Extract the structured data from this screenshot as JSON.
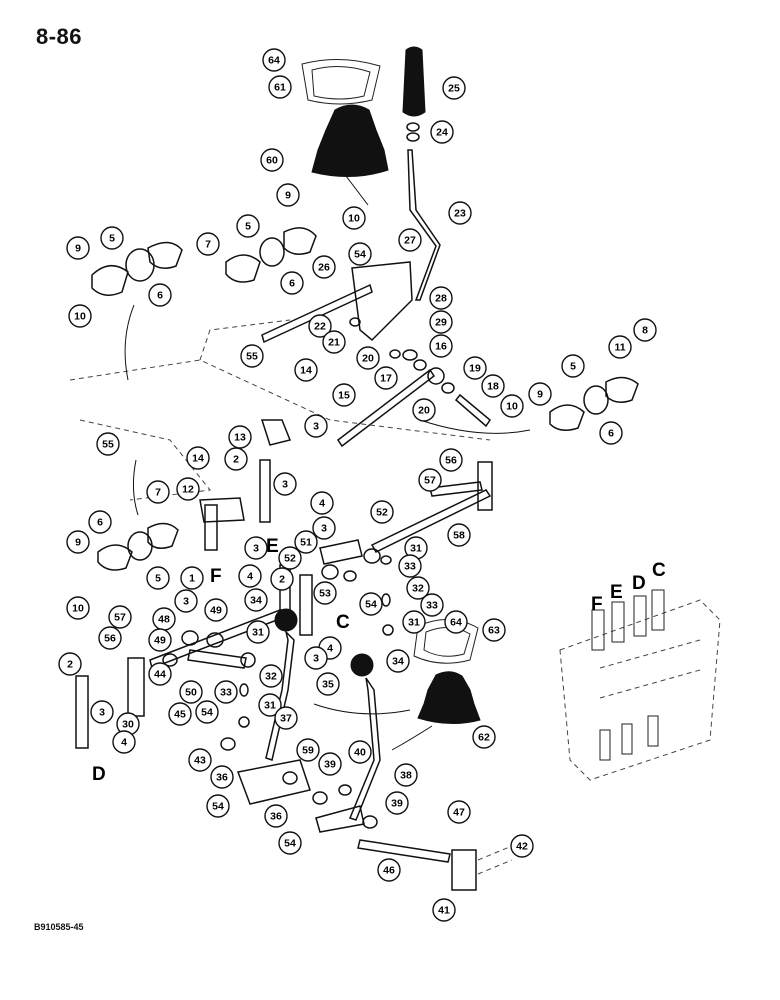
{
  "page": {
    "number": "8-86",
    "figure_id": "B910585-45"
  },
  "diagram": {
    "section_letters": [
      "C",
      "D",
      "E",
      "F"
    ],
    "callouts": [
      "1",
      "2",
      "3",
      "4",
      "5",
      "6",
      "7",
      "8",
      "9",
      "10",
      "11",
      "12",
      "13",
      "14",
      "15",
      "16",
      "17",
      "18",
      "19",
      "20",
      "21",
      "22",
      "23",
      "24",
      "25",
      "26",
      "27",
      "28",
      "29",
      "30",
      "31",
      "32",
      "33",
      "34",
      "35",
      "36",
      "37",
      "38",
      "39",
      "40",
      "41",
      "42",
      "43",
      "44",
      "45",
      "46",
      "47",
      "48",
      "49",
      "50",
      "51",
      "52",
      "53",
      "54",
      "55",
      "56",
      "57",
      "58",
      "59",
      "60",
      "61",
      "62",
      "63",
      "64"
    ]
  }
}
